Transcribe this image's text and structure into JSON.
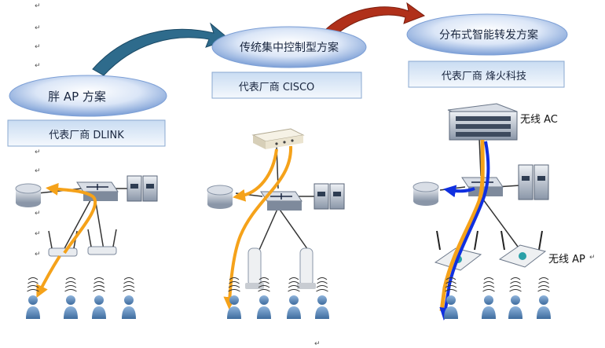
{
  "solutions": [
    {
      "title": "胖 AP 方案",
      "vendor": "代表厂商 DLINK"
    },
    {
      "title": "传统集中控制型方案",
      "vendor": "代表厂商 CISCO"
    },
    {
      "title": "分布式智能转发方案",
      "vendor": "代表厂商 烽火科技"
    }
  ],
  "labels": {
    "ac": "无线 AC",
    "ap": "无线 AP"
  },
  "colors": {
    "flow_orange": "#f5a21a",
    "flow_blue": "#1030e0",
    "ellipse_blue": "#7c9fd6",
    "dark_arrow": "#2e6b8c",
    "red_arrow": "#b0301a"
  }
}
